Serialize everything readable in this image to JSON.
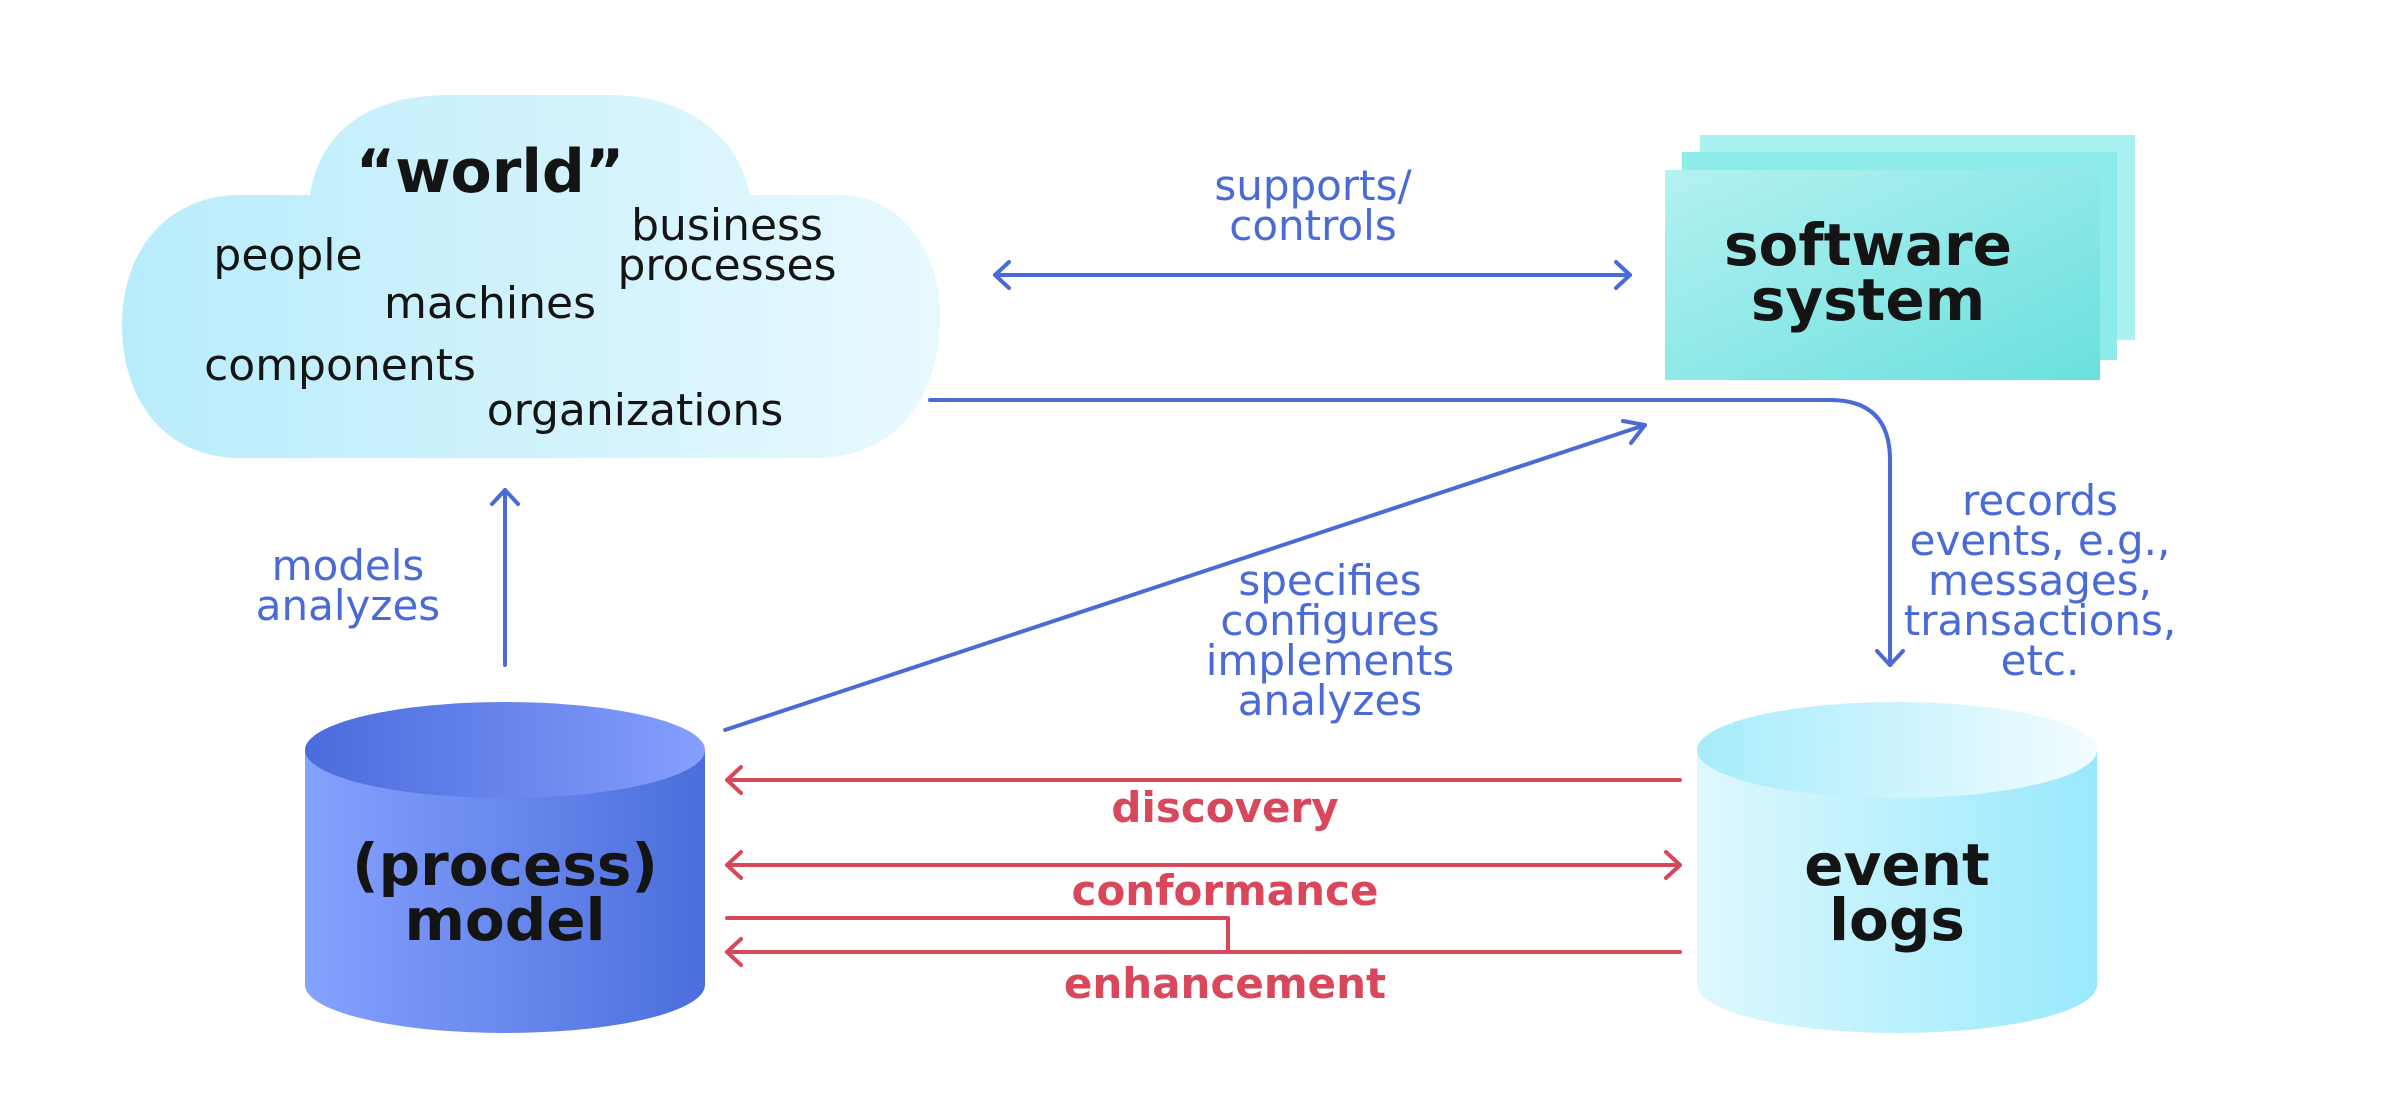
{
  "world": {
    "title": "“world”",
    "items": [
      "people",
      "machines",
      "business",
      "processes",
      "components",
      "organizations"
    ]
  },
  "software_system": {
    "line1": "software",
    "line2": "system"
  },
  "process_model": {
    "line1": "(process)",
    "line2": "model"
  },
  "event_logs": {
    "line1": "event",
    "line2": "logs"
  },
  "relations": {
    "supports": [
      "supports/",
      "controls"
    ],
    "models": [
      "models",
      "analyzes"
    ],
    "specifies": [
      "specifies",
      "configures",
      "implements",
      "analyzes"
    ],
    "records": [
      "records",
      "events, e.g.,",
      "messages,",
      "transactions,",
      "etc."
    ]
  },
  "techniques": {
    "discovery": "discovery",
    "conformance": "conformance",
    "enhancement": "enhancement"
  },
  "colors": {
    "relation_blue": "#4a6bd6",
    "technique_red": "#d9475b",
    "text_black": "#141414",
    "cloud_fill": "#c8f1fb",
    "software_fill": "#7ae3e0",
    "model_fill": "#6a86f0",
    "event_fill": "#aeeffb"
  }
}
